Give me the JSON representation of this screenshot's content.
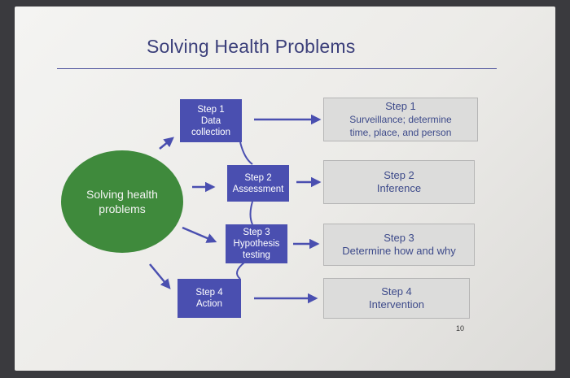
{
  "slide": {
    "title": "Solving Health Problems",
    "center_label": "Solving health\nproblems",
    "steps": [
      {
        "box": "Step 1\nData\ncollection",
        "result_title": "Step 1",
        "result_text": "Surveillance; determine\ntime, place, and person"
      },
      {
        "box": "Step 2\nAssessment",
        "result_title": "Step 2",
        "result_text": "Inference"
      },
      {
        "box": "Step 3\nHypothesis\ntesting",
        "result_title": "Step 3",
        "result_text": "Determine how and why"
      },
      {
        "box": "Step 4\nAction",
        "result_title": "Step 4",
        "result_text": "Intervention"
      }
    ],
    "page_number": "10"
  },
  "colors": {
    "title": "#3b3f7a",
    "step_box": "#4a4fb0",
    "circle": "#3f8a3c",
    "result_box": "#dcdcdb",
    "arrow": "#4a4fb0"
  }
}
